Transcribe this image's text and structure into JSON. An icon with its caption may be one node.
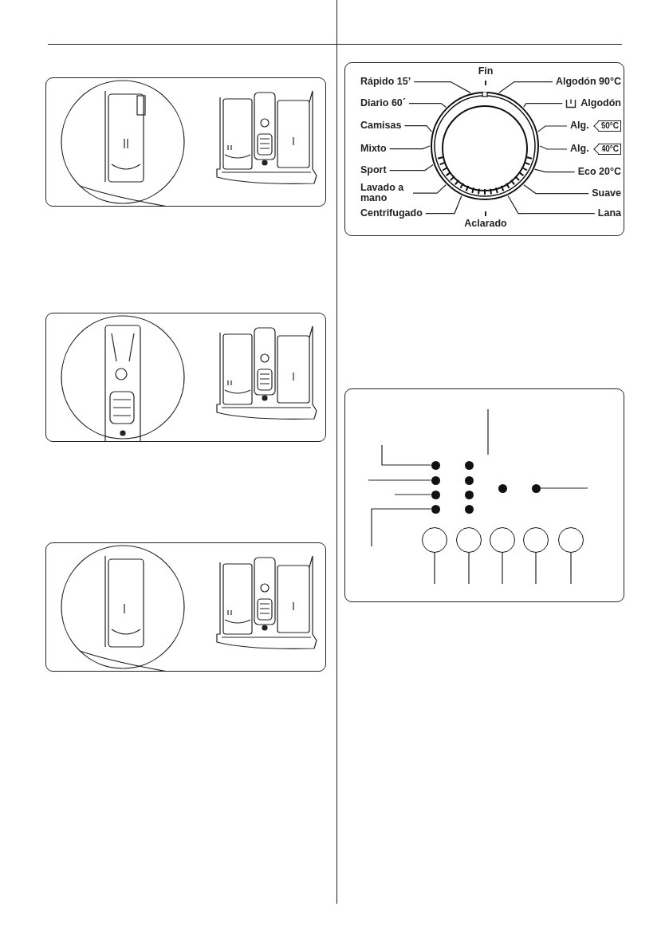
{
  "diagram": {
    "nodes": [
      {
        "text": [
          "Rápido 15’"
        ]
      },
      {
        "text": [
          "Diario 60´"
        ]
      },
      {
        "text": [
          "Camisas"
        ]
      },
      {
        "text": [
          "Mixto"
        ]
      },
      {
        "text": [
          "Sport"
        ]
      },
      {
        "text": [
          "Lavado a mano"
        ]
      },
      {
        "text": [
          "Centrifugado"
        ]
      },
      {
        "text": [
          "Algodón 90°C"
        ]
      },
      {
        "text": [
          "Algodón"
        ]
      },
      {
        "text": [
          "Alg.",
          "60°C"
        ]
      },
      {
        "text": [
          "Alg.",
          "40°C"
        ]
      },
      {
        "text": [
          "Eco 20°C"
        ]
      },
      {
        "text": [
          "Suave"
        ]
      },
      {
        "text": [
          "Lana"
        ]
      },
      {
        "text": [],
        "shape": "circle"
      },
      {
        "text": [],
        "shape": "circle"
      },
      {
        "text": [],
        "shape": "circle"
      },
      {
        "text": [],
        "shape": "circle"
      },
      {
        "text": [],
        "shape": "circle"
      },
      {
        "text": [],
        "shape": "circle"
      },
      {
        "text": [],
        "shape": "circle"
      },
      {
        "text": [],
        "shape": "circle"
      },
      {
        "text": [],
        "shape": "circle"
      },
      {
        "text": [],
        "shape": "circle"
      },
      {
        "text": [],
        "shape": "circle"
      },
      {
        "text": [],
        "shape": "circle"
      },
      {
        "text": [],
        "shape": "circle"
      },
      {
        "text": [],
        "shape": "circle"
      },
      {
        "text": [],
        "shape": "circle"
      },
      {
        "text": [],
        "shape": "circle"
      }
    ],
    "edges": [
      {
        "from": 0,
        "to": 14,
        "arrow": "none"
      },
      {
        "from": 1,
        "to": 14,
        "arrow": "none"
      },
      {
        "from": 2,
        "to": 14,
        "arrow": "none"
      },
      {
        "from": 3,
        "to": 14,
        "arrow": "none"
      },
      {
        "from": 4,
        "to": 14,
        "arrow": "none"
      },
      {
        "from": 5,
        "to": 14,
        "arrow": "none"
      },
      {
        "from": 6,
        "to": 14,
        "arrow": "none"
      },
      {
        "from": 7,
        "to": 14,
        "arrow": "none"
      },
      {
        "from": 8,
        "to": 14,
        "arrow": "none"
      },
      {
        "from": 9,
        "to": 14,
        "arrow": "none"
      },
      {
        "from": 10,
        "to": 14,
        "arrow": "none"
      },
      {
        "from": 11,
        "to": 14,
        "arrow": "none"
      },
      {
        "from": 12,
        "to": 14,
        "arrow": "none"
      },
      {
        "from": 13,
        "to": 14,
        "arrow": "none"
      },
      {
        "from": null,
        "to": 15,
        "arrow": "none"
      },
      {
        "from": null,
        "to": 16,
        "arrow": "none"
      },
      {
        "from": null,
        "to": 17,
        "arrow": "none"
      },
      {
        "from": null,
        "to": 18,
        "arrow": "none"
      },
      {
        "from": null,
        "to": 24,
        "arrow": "none"
      },
      {
        "from": null,
        "to": 25,
        "arrow": "none"
      },
      {
        "from": null,
        "to": 26,
        "arrow": "none"
      },
      {
        "from": null,
        "to": 27,
        "arrow": "none"
      },
      {
        "from": null,
        "to": 28,
        "arrow": "none"
      },
      {
        "from": null,
        "to": 29,
        "arrow": "none"
      }
    ],
    "labels": [
      "Fin",
      "Aclarado"
    ]
  }
}
